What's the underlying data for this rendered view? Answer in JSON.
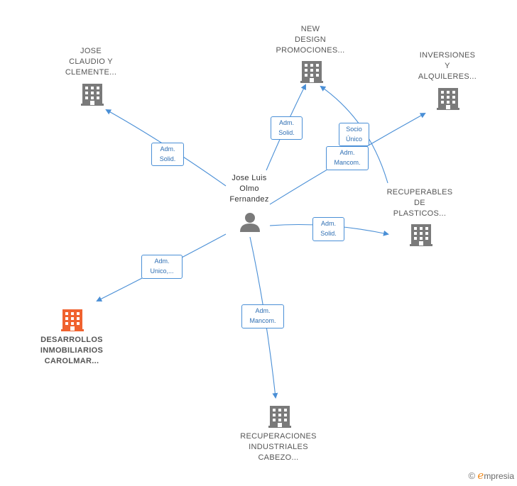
{
  "person": {
    "name": "Jose Luis\nOlmo\nFernandez"
  },
  "companies": {
    "jose_claudio": "JOSE\nCLAUDIO Y\nCLEMENTE...",
    "new_design": "NEW\nDESIGN\nPROMOCIONES...",
    "inversiones": "INVERSIONES\nY\nALQUILERES...",
    "recuperables": "RECUPERABLES\nDE\nPLASTICOS...",
    "desarrollos": "DESARROLLOS\nINMOBILIARIOS\nCAROLMAR...",
    "recuperaciones": "RECUPERACIONES\nINDUSTRIALES\nCABEZO..."
  },
  "edges": {
    "jose_claudio": "Adm.\nSolid.",
    "new_design": "Adm.\nSolid.",
    "new_design_socio": "Socio\nÚnico",
    "inversiones": "Adm.\nMancom.",
    "recuperables": "Adm.\nSolid.",
    "desarrollos": "Adm.\nUnico,...",
    "recuperaciones": "Adm.\nMancom."
  },
  "colors": {
    "edge": "#4a8fd6",
    "building": "#7a7a7a",
    "building_highlight": "#f0622f",
    "person": "#7a7a7a"
  },
  "brand": {
    "copyright": "©",
    "e": "e",
    "name": "mpresia"
  }
}
